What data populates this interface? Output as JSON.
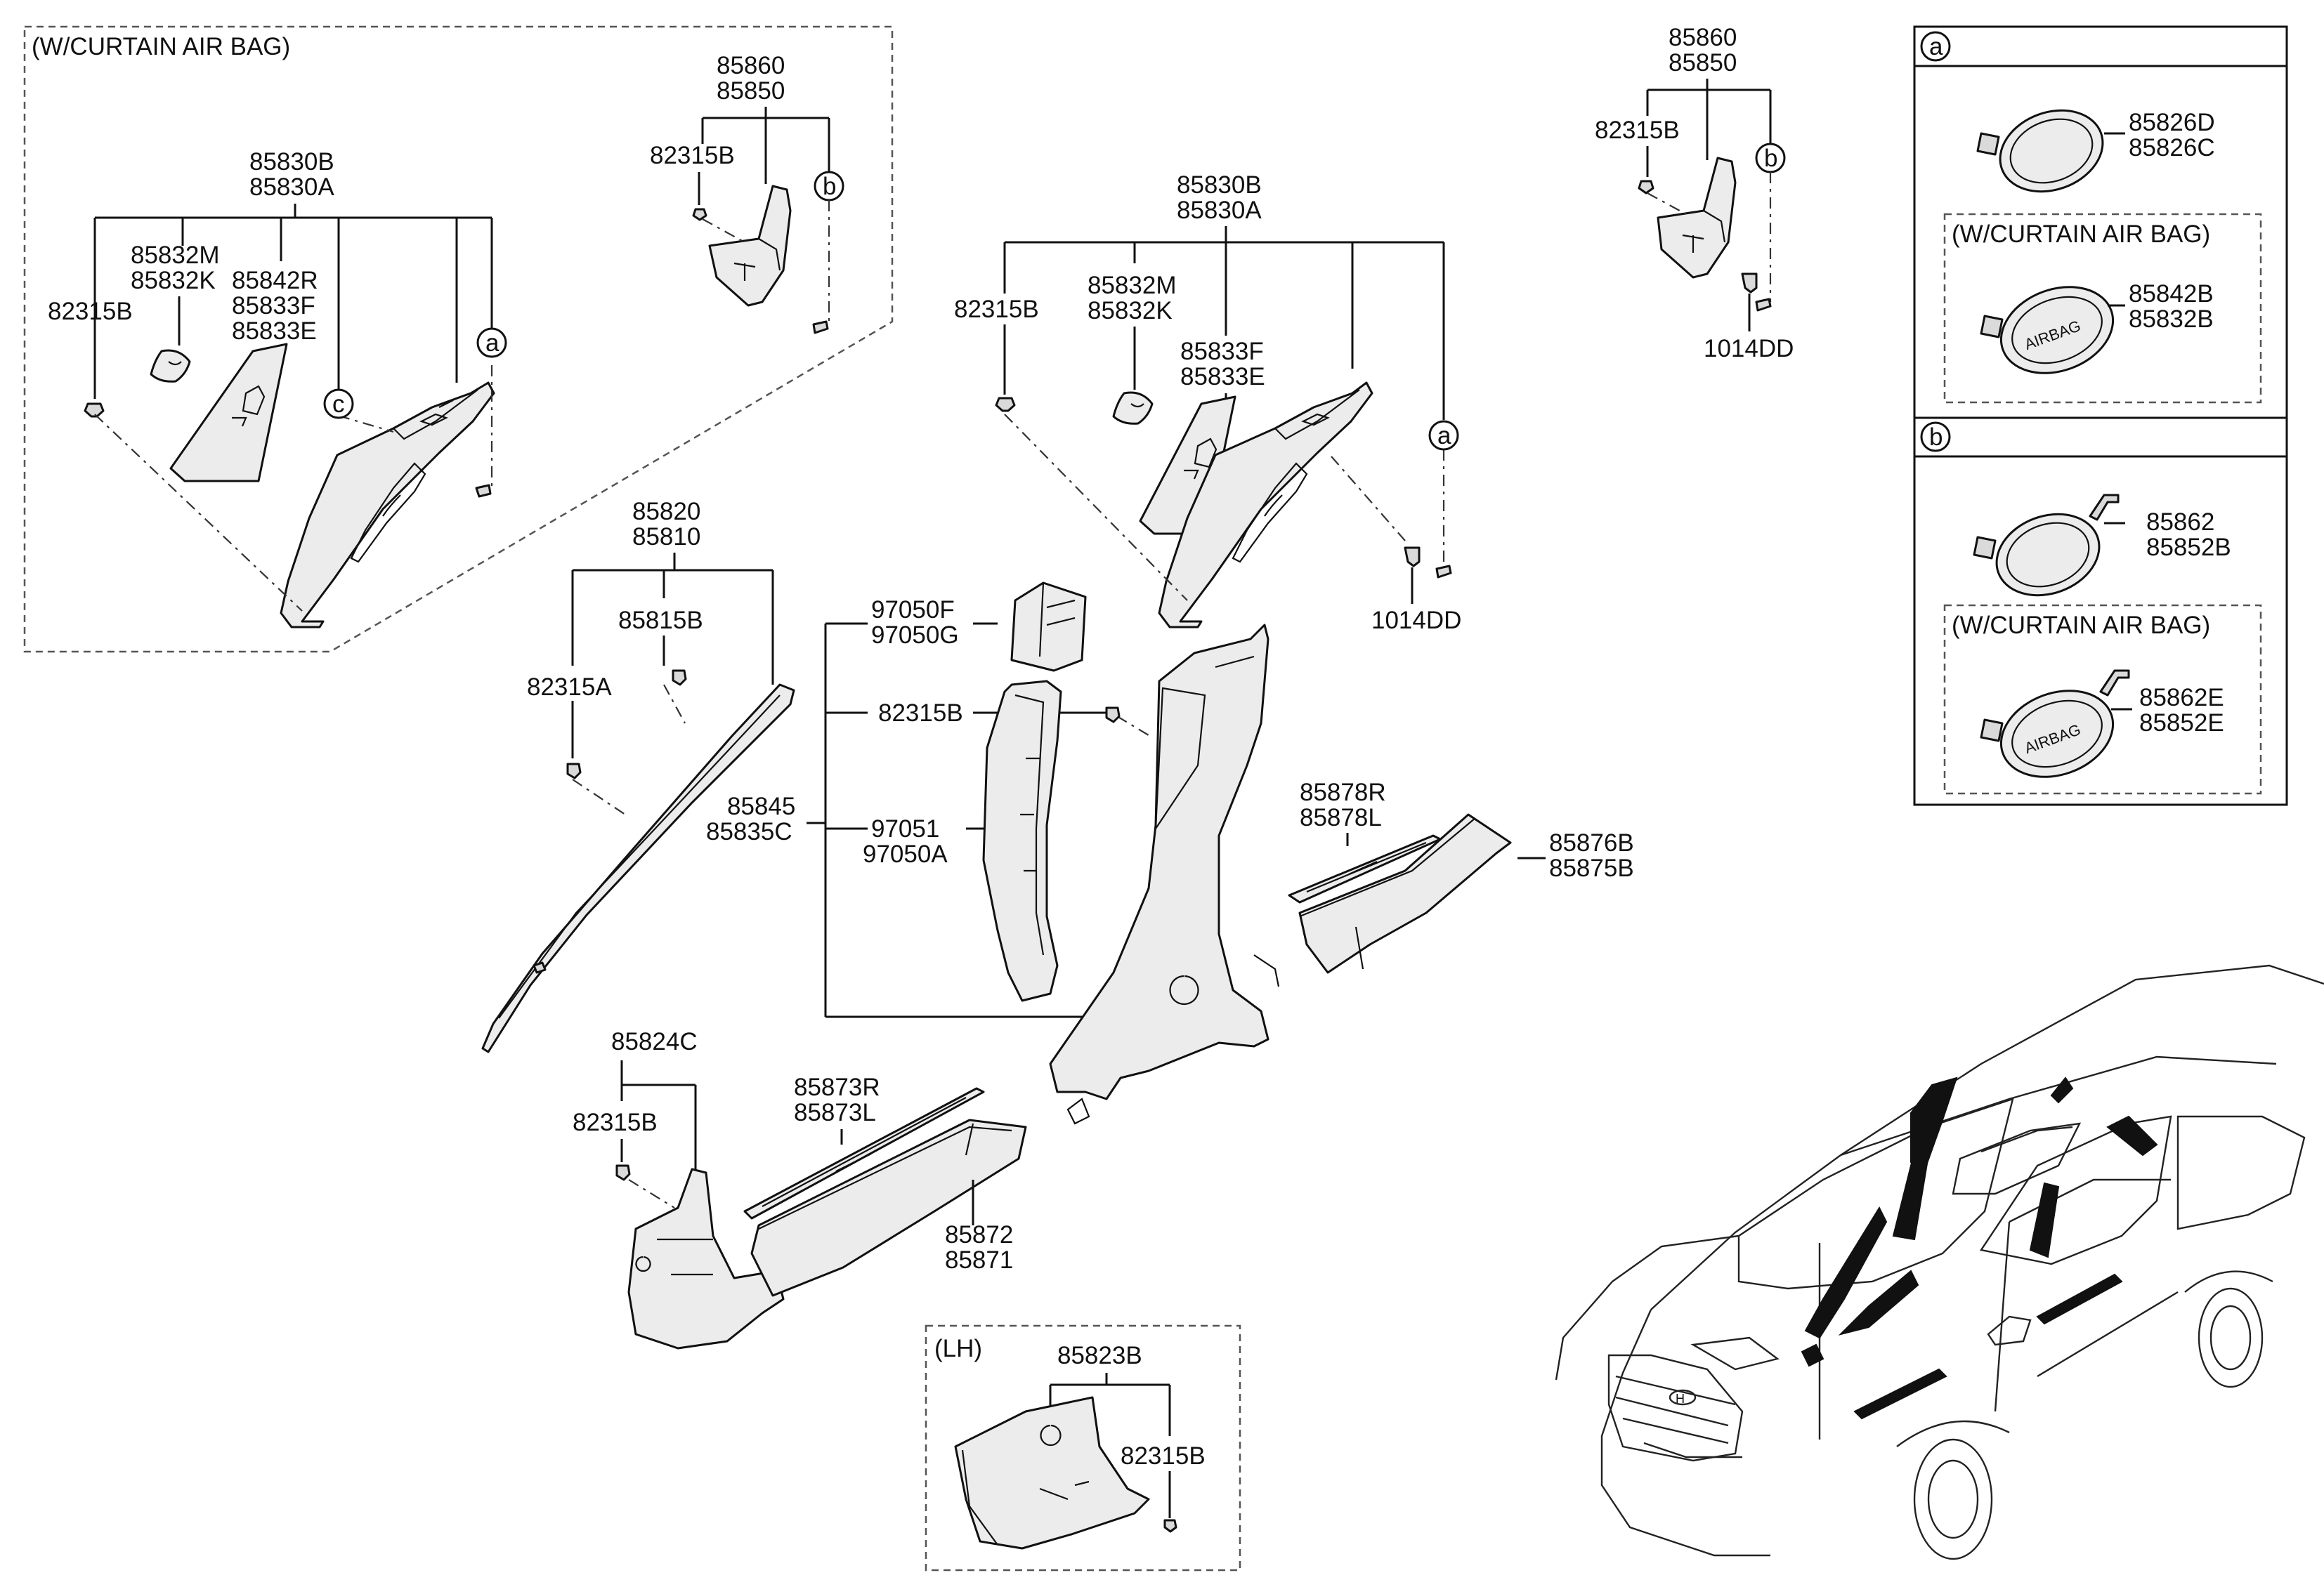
{
  "insets": {
    "curtain_main": "(W/CURTAIN AIR BAG)",
    "lh": "(LH)"
  },
  "groups": {
    "ul_8583": [
      "85830B",
      "85830A"
    ],
    "ul_85832": [
      "85832M",
      "85832K"
    ],
    "ul_85842": [
      "85842R",
      "85833F",
      "85833E"
    ],
    "ul_82315": "82315B",
    "ul_8586": [
      "85860",
      "85850"
    ],
    "ul_82315b2": "82315B",
    "mc_8583": [
      "85830B",
      "85830A"
    ],
    "mc_82315": "82315B",
    "mc_85832": [
      "85832M",
      "85832K"
    ],
    "mc_85833": [
      "85833F",
      "85833E"
    ],
    "mc_1014": "1014DD",
    "tr_8586": [
      "85860",
      "85850"
    ],
    "tr_82315": "82315B",
    "tr_1014": "1014DD",
    "a_pillar": [
      "85820",
      "85810"
    ],
    "a_85815": "85815B",
    "a_82315": "82315A",
    "b_9705": [
      "97050F",
      "97050G"
    ],
    "b_82315": "82315B",
    "b_85845": [
      "85845",
      "85835C"
    ],
    "b_97051": [
      "97051",
      "97050A"
    ],
    "sill_r": [
      "85878R",
      "85878L"
    ],
    "sill_rb": [
      "85876B",
      "85875B"
    ],
    "kick": "85824C",
    "kick_82315": "82315B",
    "sill_f": [
      "85873R",
      "85873L"
    ],
    "sill_fb": [
      "85872",
      "85871"
    ],
    "lh_85823": "85823B",
    "lh_82315": "82315B"
  },
  "legend": {
    "a": {
      "mark": "a",
      "std": [
        "85826D",
        "85826C"
      ],
      "curtain_label": "(W/CURTAIN AIR BAG)",
      "curtain": [
        "85842B",
        "85832B"
      ],
      "badge_text": "AIRBAG"
    },
    "b": {
      "mark": "b",
      "std": [
        "85862",
        "85852B"
      ],
      "curtain_label": "(W/CURTAIN AIR BAG)",
      "curtain": [
        "85862E",
        "85852E"
      ],
      "badge_text": "AIRBAG"
    }
  },
  "callouts": {
    "a1": "a",
    "b1": "b",
    "c1": "c",
    "a2": "a",
    "b2": "b"
  },
  "car_logo": "H"
}
